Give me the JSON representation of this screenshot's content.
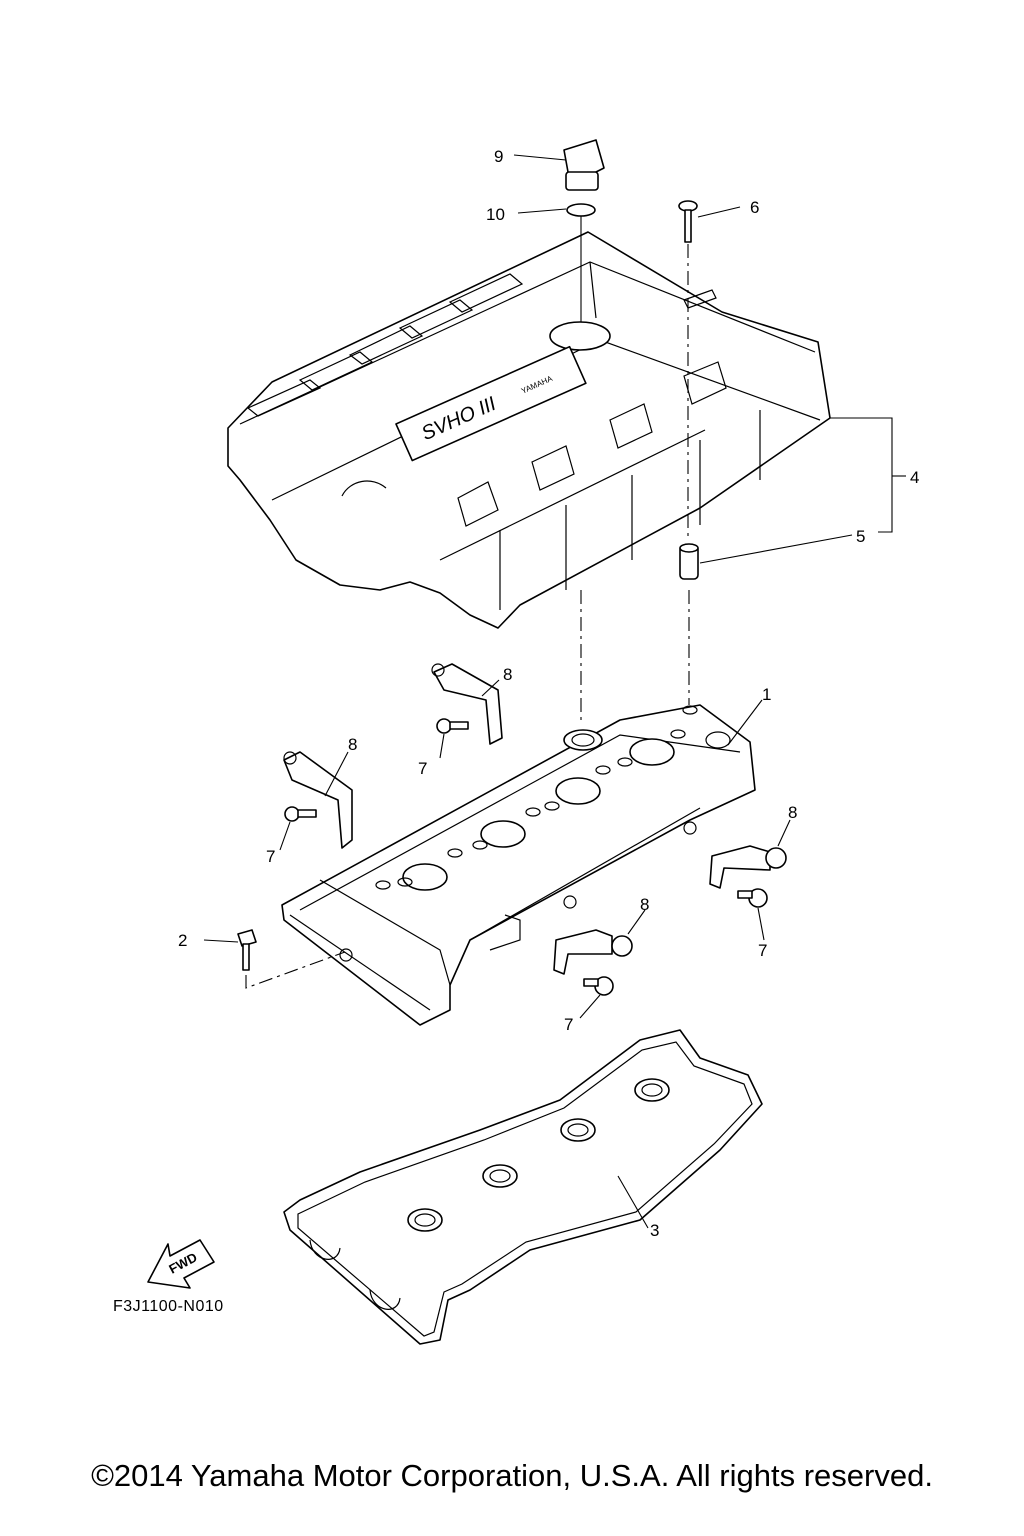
{
  "diagram": {
    "callouts": [
      {
        "id": "c1",
        "label": "1"
      },
      {
        "id": "c2",
        "label": "2"
      },
      {
        "id": "c3",
        "label": "3"
      },
      {
        "id": "c4",
        "label": "4"
      },
      {
        "id": "c5",
        "label": "5"
      },
      {
        "id": "c6",
        "label": "6"
      },
      {
        "id": "c7a",
        "label": "7"
      },
      {
        "id": "c7b",
        "label": "7"
      },
      {
        "id": "c7c",
        "label": "7"
      },
      {
        "id": "c7d",
        "label": "7"
      },
      {
        "id": "c8a",
        "label": "8"
      },
      {
        "id": "c8b",
        "label": "8"
      },
      {
        "id": "c8c",
        "label": "8"
      },
      {
        "id": "c8d",
        "label": "8"
      },
      {
        "id": "c9",
        "label": "9"
      },
      {
        "id": "c10",
        "label": "10"
      }
    ],
    "cover_badge": "SVHO III",
    "cover_brand": "YAMAHA",
    "fwd_label": "FWD",
    "figure_code": "F3J1100-N010"
  },
  "footer": {
    "copyright": "©2014 Yamaha Motor Corporation, U.S.A. All rights reserved."
  }
}
